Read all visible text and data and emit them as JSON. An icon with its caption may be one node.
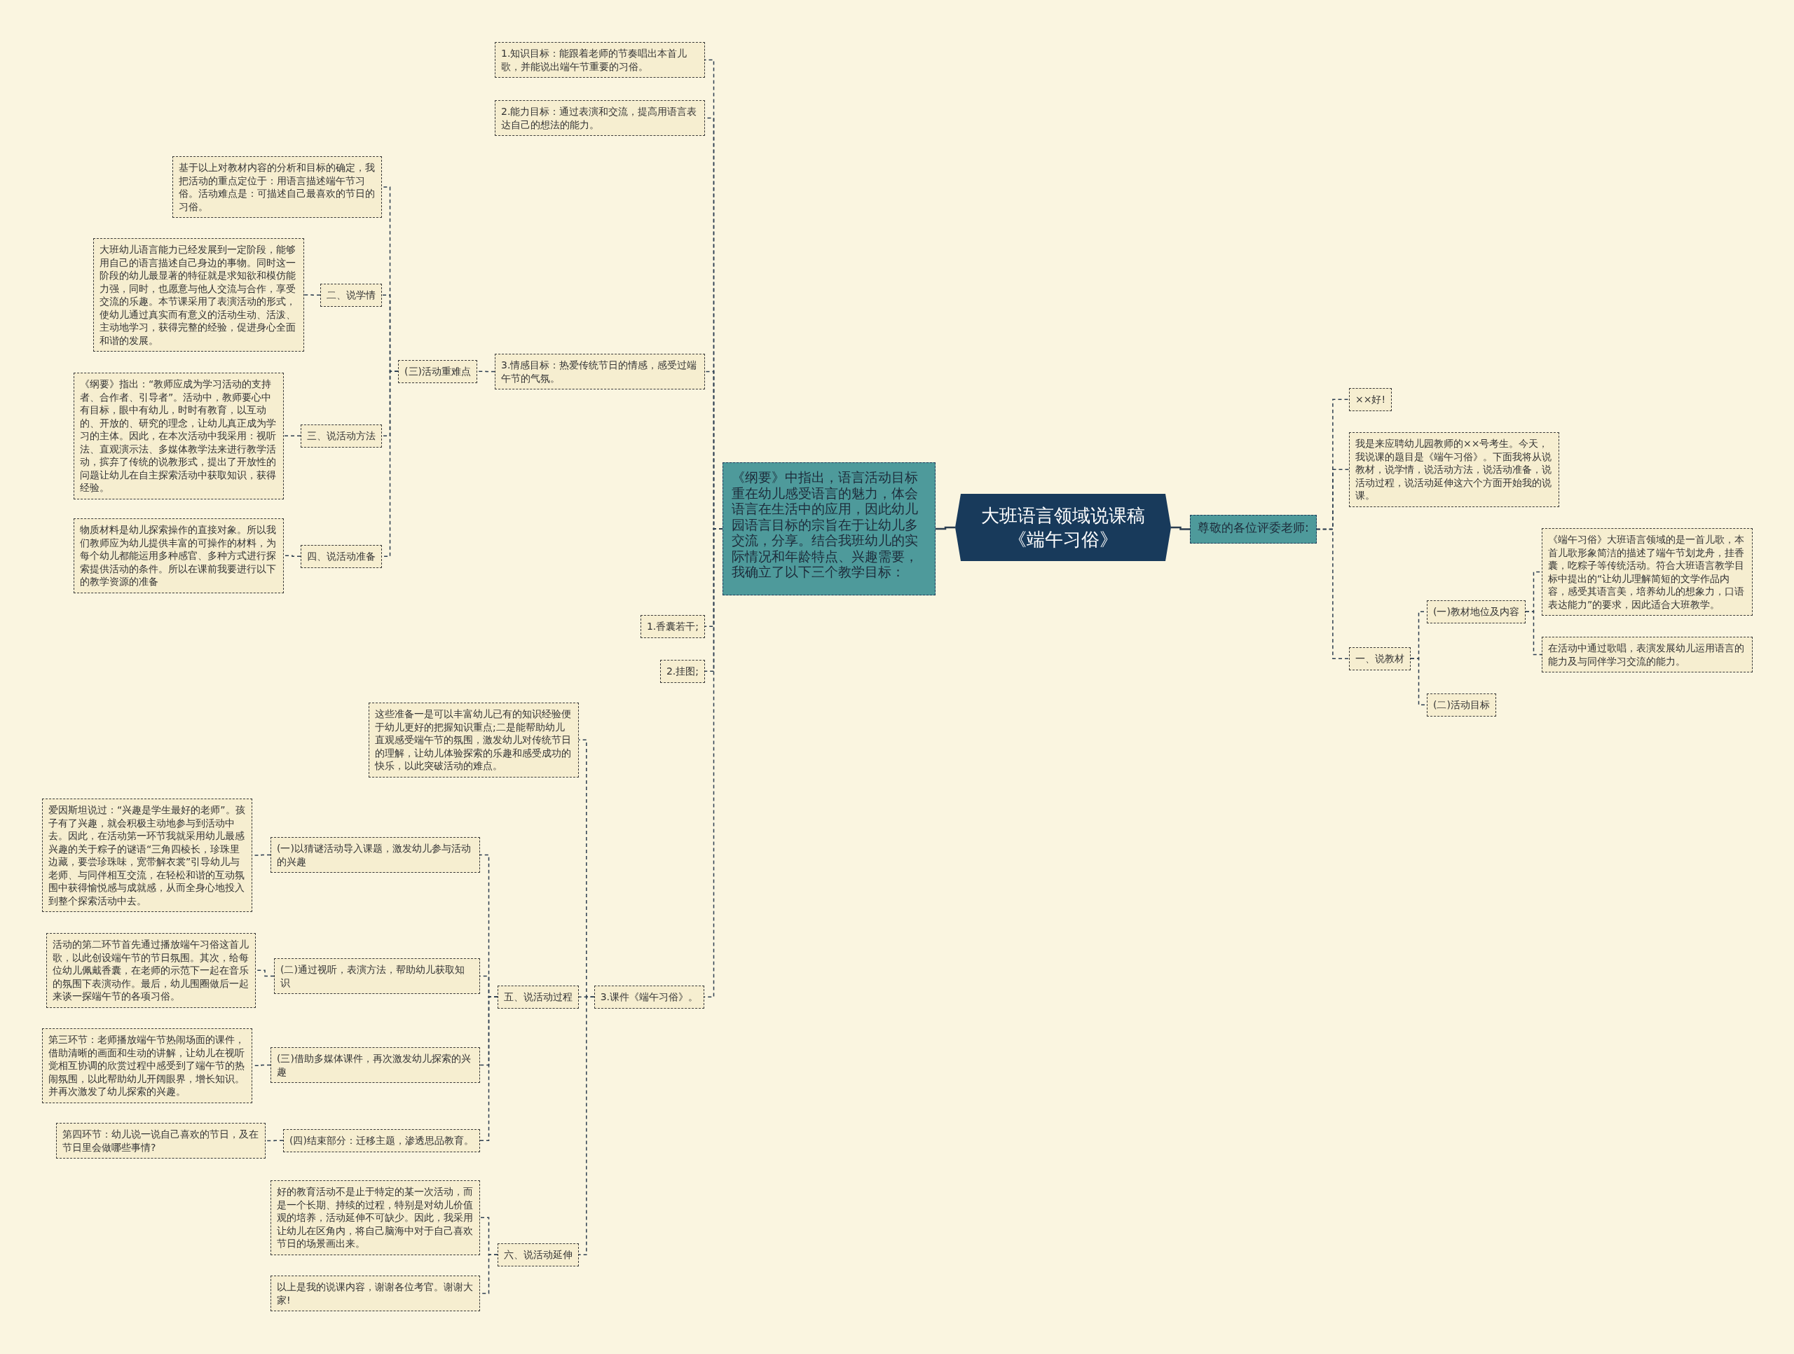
{
  "diagram": {
    "nodes": [
      {
        "text": [
          "大班语言领域说课稿《端午习俗》"
        ]
      },
      {
        "text": [
          "《纲要》中指出，语言活动目标重在幼儿感受语言的魅力，体会语言在生活中的应用，因此幼儿园语言目标的宗旨在于让幼儿多交流，分享。结合我班幼儿的实际情况和年龄特点、兴趣需要，我确立了以下三个教学目标："
        ]
      },
      {
        "text": [
          "1.知识目标：能跟着老师的节奏唱出本首儿歌，并能说出端午节重要的习俗。"
        ]
      },
      {
        "text": [
          "2.能力目标：通过表演和交流，提高用语言表达自己的想法的能力。"
        ]
      },
      {
        "text": [
          "3.情感目标：热爱传统节日的情感，感受过端午节的气氛。"
        ]
      },
      {
        "text": [
          "(三)活动重难点"
        ]
      },
      {
        "text": [
          "基于以上对教材内容的分析和目标的确定，我把活动的重点定位于：用语言描述端午节习俗。活动难点是：可描述自己最喜欢的节日的习俗。"
        ]
      },
      {
        "text": [
          "二、说学情"
        ]
      },
      {
        "text": [
          "大班幼儿语言能力已经发展到一定阶段，能够用自己的语言描述自己身边的事物。同时这一阶段的幼儿最显著的特征就是求知欲和模仿能力强，同时，也愿意与他人交流与合作，享受交流的乐趣。本节课采用了表演活动的形式，使幼儿通过真实而有意义的活动生动、活泼、主动地学习，获得完整的经验，促进身心全面和谐的发展。"
        ]
      },
      {
        "text": [
          "三、说活动方法"
        ]
      },
      {
        "text": [
          "《纲要》指出：“教师应成为学习活动的支持者、合作者、引导者”。活动中，教师要心中有目标，眼中有幼儿，时时有教育，以互动的、开放的、研究的理念，让幼儿真正成为学习的主体。因此，在本次活动中我采用：视听法、直观演示法、多媒体教学法来进行教学活动，摈弃了传统的说教形式，提出了开放性的问题让幼儿在自主探索活动中获取知识，获得经验。"
        ]
      },
      {
        "text": [
          "四、说活动准备"
        ]
      },
      {
        "text": [
          "物质材料是幼儿探索操作的直接对象。所以我们教师应为幼儿提供丰富的可操作的材料，为每个幼儿都能运用多种感官、多种方式进行探索提供活动的条件。所以在课前我要进行以下的教学资源的准备"
        ]
      },
      {
        "text": [
          "1.香囊若干;"
        ]
      },
      {
        "text": [
          "2.挂图;"
        ]
      },
      {
        "text": [
          "3.课件《端午习俗》。"
        ]
      },
      {
        "text": [
          "这些准备一是可以丰富幼儿已有的知识经验便于幼儿更好的把握知识重点;二是能帮助幼儿直观感受端午节的氛围，激发幼儿对传统节日的理解，让幼儿体验探索的乐趣和感受成功的快乐，以此突破活动的难点。"
        ]
      },
      {
        "text": [
          "五、说活动过程"
        ]
      },
      {
        "text": [
          "(一)以猜谜活动导入课题，激发幼儿参与活动的兴趣"
        ]
      },
      {
        "text": [
          "爱因斯坦说过：“兴趣是学生最好的老师”。孩子有了兴趣，就会积极主动地参与到活动中去。因此，在活动第一环节我就采用幼儿最感兴趣的关于粽子的谜语“三角四棱长，珍珠里边藏，要尝珍珠味，宽带解衣裳”引导幼儿与老师、与同伴相互交流，在轻松和谐的互动氛围中获得愉悦感与成就感，从而全身心地投入到整个探索活动中去。"
        ]
      },
      {
        "text": [
          "(二)通过视听，表演方法，帮助幼儿获取知识"
        ]
      },
      {
        "text": [
          "活动的第二环节首先通过播放端午习俗这首儿歌，以此创设端午节的节日氛围。其次，给每位幼儿佩戴香囊，在老师的示范下一起在音乐的氛围下表演动作。最后，幼儿围圈做后一起来谈一探端午节的各项习俗。"
        ]
      },
      {
        "text": [
          "(三)借助多媒体课件，再次激发幼儿探索的兴趣"
        ]
      },
      {
        "text": [
          "第三环节：老师播放端午节热闹场面的课件，借助清晰的画面和生动的讲解，让幼儿在视听觉相互协调的欣赏过程中感受到了端午节的热闹氛围，以此帮助幼儿开阔眼界，增长知识。并再次激发了幼儿探索的兴趣。"
        ]
      },
      {
        "text": [
          "(四)结束部分：迁移主题，渗透思品教育。"
        ]
      },
      {
        "text": [
          "第四环节：幼儿说一说自己喜欢的节日，及在节日里会做哪些事情?"
        ]
      },
      {
        "text": [
          "六、说活动延伸"
        ]
      },
      {
        "text": [
          "好的教育活动不是止于特定的某一次活动，而是一个长期、持续的过程，特别是对幼儿价值观的培养，活动延伸不可缺少。因此，我采用让幼儿在区角内，将自己脑海中对于自己喜欢节日的场景画出来。"
        ]
      },
      {
        "text": [
          "以上是我的说课内容，谢谢各位考官。谢谢大家!"
        ]
      },
      {
        "text": [
          "尊敬的各位评委老师:"
        ]
      },
      {
        "text": [
          "××好!"
        ]
      },
      {
        "text": [
          "我是来应聘幼儿园教师的××号考生。今天，我说课的题目是《端午习俗》。下面我将从说教材，说学情，说活动方法，说活动准备，说活动过程，说活动延伸这六个方面开始我的说课。"
        ]
      },
      {
        "text": [
          "一、说教材"
        ]
      },
      {
        "text": [
          "(一)教材地位及内容"
        ]
      },
      {
        "text": [
          "《端午习俗》大班语言领域的是一首儿歌，本首儿歌形象简洁的描述了端午节划龙舟，挂香囊，吃粽子等传统活动。符合大班语言教学目标中提出的“让幼儿理解简短的文学作品内容，感受其语言美，培养幼儿的想象力，口语表达能力”的要求，因此适合大班教学。"
        ]
      },
      {
        "text": [
          "在活动中通过歌唱，表演发展幼儿运用语言的能力及与同伴学习交流的能力。"
        ]
      },
      {
        "text": [
          "(二)活动目标"
        ]
      }
    ],
    "edges": [
      {
        "from": 0,
        "to": 1,
        "arrow": "none"
      },
      {
        "from": 0,
        "to": 29,
        "arrow": "none"
      },
      {
        "from": 1,
        "to": 2,
        "arrow": "none",
        "style": "dashed"
      },
      {
        "from": 1,
        "to": 3,
        "arrow": "none",
        "style": "dashed"
      },
      {
        "from": 1,
        "to": 4,
        "arrow": "none",
        "style": "dashed"
      },
      {
        "from": 1,
        "to": 13,
        "arrow": "none",
        "style": "dashed"
      },
      {
        "from": 1,
        "to": 14,
        "arrow": "none",
        "style": "dashed"
      },
      {
        "from": 1,
        "to": 15,
        "arrow": "none",
        "style": "dashed"
      },
      {
        "from": 4,
        "to": 5,
        "arrow": "none",
        "style": "dashed"
      },
      {
        "from": 5,
        "to": 6,
        "arrow": "none",
        "style": "dashed"
      },
      {
        "from": 5,
        "to": 7,
        "arrow": "none",
        "style": "dashed"
      },
      {
        "from": 5,
        "to": 9,
        "arrow": "none",
        "style": "dashed"
      },
      {
        "from": 5,
        "to": 11,
        "arrow": "none",
        "style": "dashed"
      },
      {
        "from": 7,
        "to": 8,
        "arrow": "none",
        "style": "dashed"
      },
      {
        "from": 9,
        "to": 10,
        "arrow": "none",
        "style": "dashed"
      },
      {
        "from": 11,
        "to": 12,
        "arrow": "none",
        "style": "dashed"
      },
      {
        "from": 15,
        "to": 16,
        "arrow": "none",
        "style": "dashed"
      },
      {
        "from": 15,
        "to": 17,
        "arrow": "none",
        "style": "dashed"
      },
      {
        "from": 15,
        "to": 26,
        "arrow": "none",
        "style": "dashed"
      },
      {
        "from": 17,
        "to": 18,
        "arrow": "none",
        "style": "dashed"
      },
      {
        "from": 17,
        "to": 20,
        "arrow": "none",
        "style": "dashed"
      },
      {
        "from": 17,
        "to": 22,
        "arrow": "none",
        "style": "dashed"
      },
      {
        "from": 17,
        "to": 24,
        "arrow": "none",
        "style": "dashed"
      },
      {
        "from": 18,
        "to": 19,
        "arrow": "none",
        "style": "dashed"
      },
      {
        "from": 20,
        "to": 21,
        "arrow": "none",
        "style": "dashed"
      },
      {
        "from": 22,
        "to": 23,
        "arrow": "none",
        "style": "dashed"
      },
      {
        "from": 24,
        "to": 25,
        "arrow": "none",
        "style": "dashed"
      },
      {
        "from": 26,
        "to": 27,
        "arrow": "none",
        "style": "dashed"
      },
      {
        "from": 26,
        "to": 28,
        "arrow": "none",
        "style": "dashed"
      },
      {
        "from": 29,
        "to": 30,
        "arrow": "none",
        "style": "dashed"
      },
      {
        "from": 29,
        "to": 31,
        "arrow": "none",
        "style": "dashed"
      },
      {
        "from": 29,
        "to": 32,
        "arrow": "none",
        "style": "dashed"
      },
      {
        "from": 32,
        "to": 33,
        "arrow": "none",
        "style": "dashed"
      },
      {
        "from": 32,
        "to": 36,
        "arrow": "none",
        "style": "dashed"
      },
      {
        "from": 33,
        "to": 34,
        "arrow": "none",
        "style": "dashed"
      },
      {
        "from": 33,
        "to": 35,
        "arrow": "none",
        "style": "dashed"
      }
    ]
  }
}
